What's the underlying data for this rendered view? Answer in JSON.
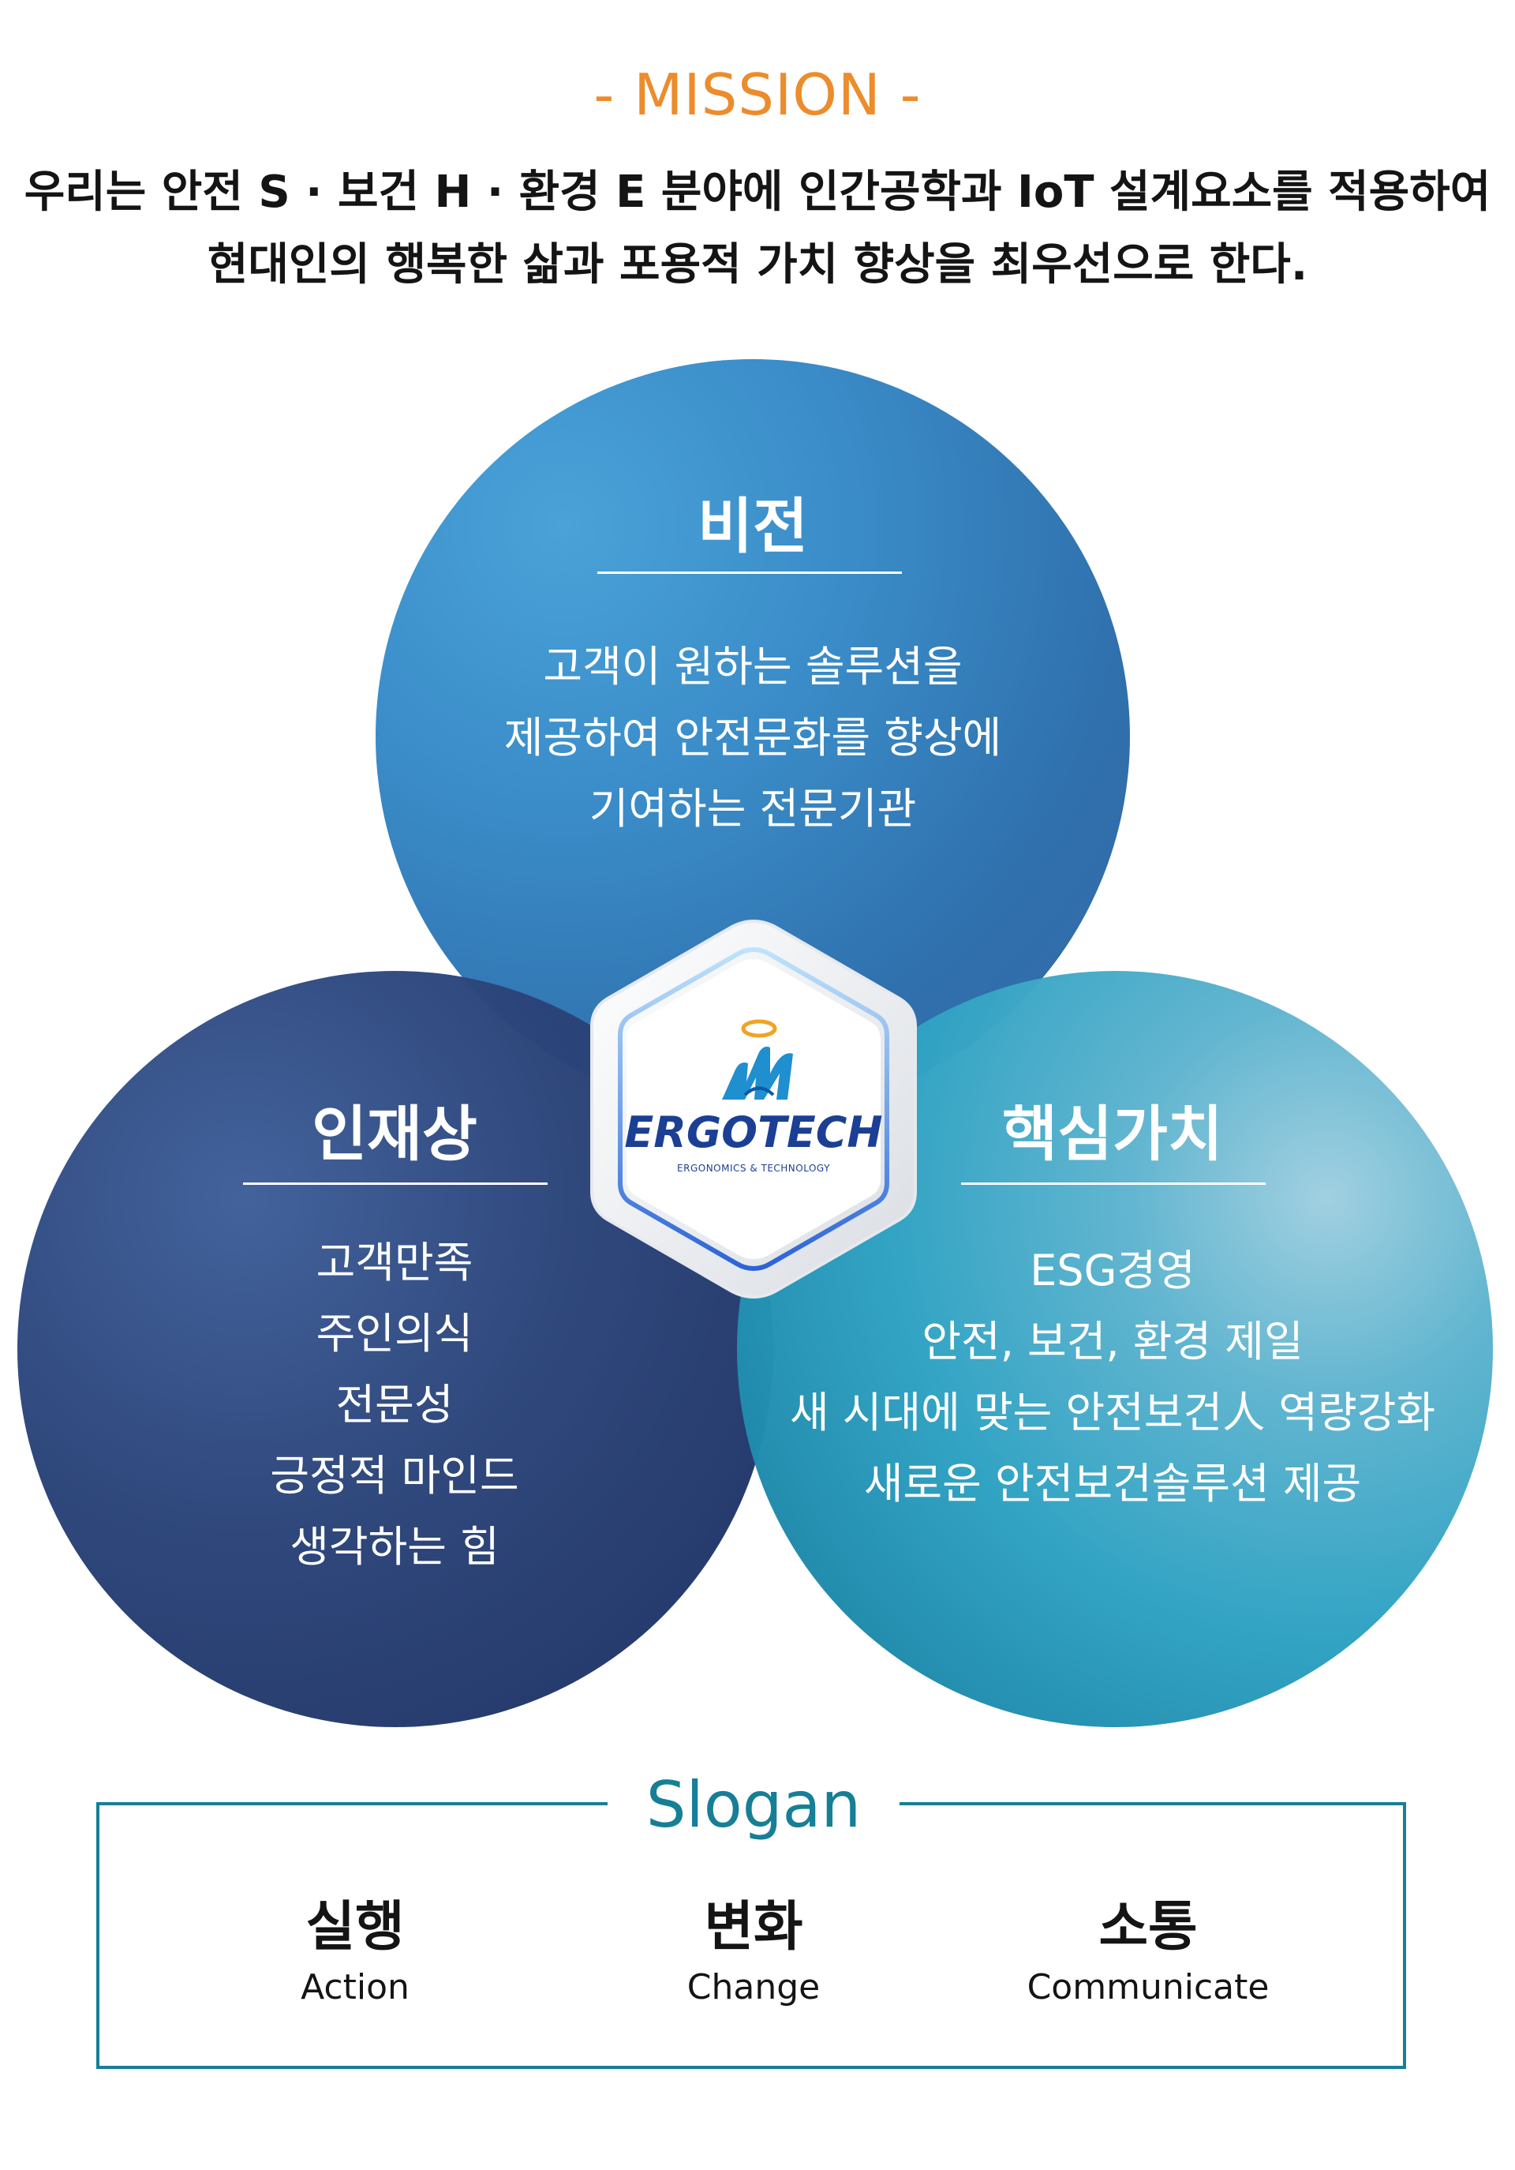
{
  "mission": {
    "label": "- MISSION -",
    "line1": "우리는 안전 S · 보건 H · 환경 E 분야에 인간공학과 IoT 설계요소를 적용하여",
    "line2": "현대인의 행복한 삶과 포용적 가치 향상을 최우선으로 한다."
  },
  "vision": {
    "title": "비전",
    "lines": [
      "고객이 원하는 솔루션을",
      "제공하여 안전문화를 향상에",
      "기여하는 전문기관"
    ]
  },
  "talent": {
    "title": "인재상",
    "lines": [
      "고객만족",
      "주인의식",
      "전문성",
      "긍정적 마인드",
      "생각하는 힘"
    ]
  },
  "core_values": {
    "title": "핵심가치",
    "lines": [
      "ESG경영",
      "안전, 보건, 환경 제일",
      "새 시대에 맞는 안전보건人 역량강화",
      "새로운 안전보건솔루션 제공"
    ]
  },
  "logo": {
    "wordmark": "ERGOTECH",
    "tagline": "ERGONOMICS & TECHNOLOGY"
  },
  "slogan": {
    "title": "Slogan",
    "items": [
      {
        "ko": "실행",
        "en": "Action"
      },
      {
        "ko": "변화",
        "en": "Change"
      },
      {
        "ko": "소통",
        "en": "Communicate"
      }
    ]
  },
  "colors": {
    "mission_accent": "#ec8c2c",
    "vision_circle": "#3a8cc8",
    "talent_circle": "#2b4479",
    "values_circle": "#2fa2c3",
    "slogan_accent": "#167f96",
    "logo_blue": "#1b3f94"
  }
}
